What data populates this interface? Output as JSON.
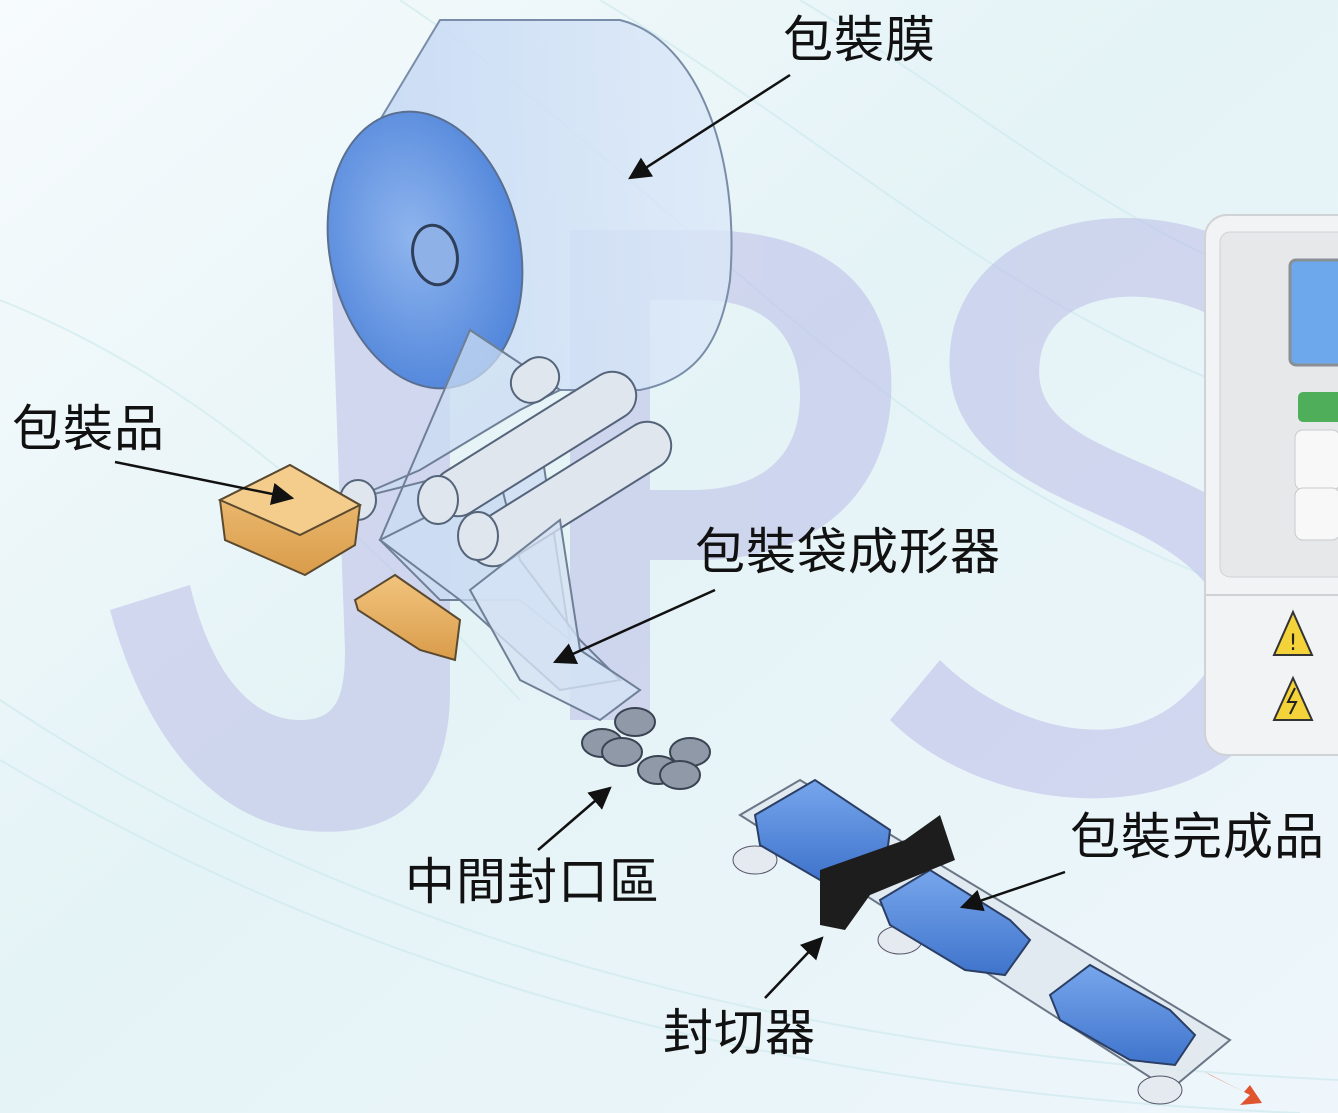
{
  "labels": {
    "film": "包裝膜",
    "product": "包裝品",
    "bag_former": "包裝袋成形器",
    "center_seal": "中間封口區",
    "finished": "包裝完成品",
    "sealer_cutter": "封切器"
  },
  "colors": {
    "film_blue": "#5b8fe0",
    "film_light": "#c9dcf3",
    "product_tan": "#e9b567",
    "package_blue": "#4f86d8",
    "sealer_black": "#1b1b1b",
    "watermark": "#b9b9e6"
  }
}
